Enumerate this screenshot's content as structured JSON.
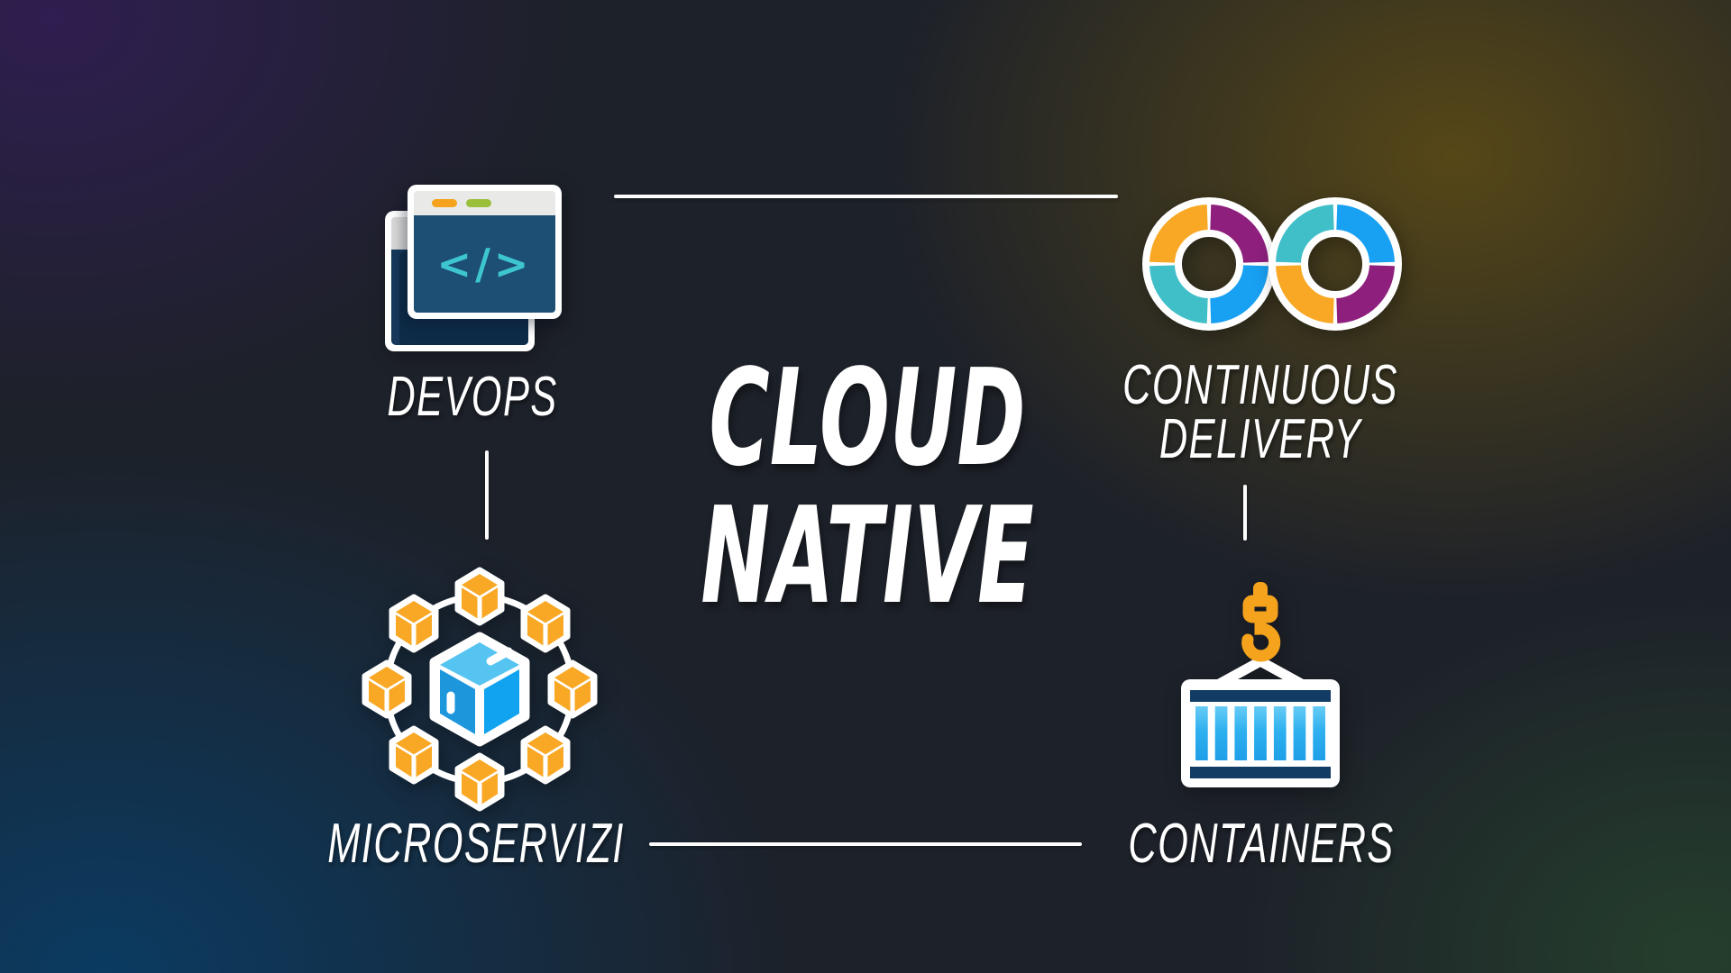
{
  "title": {
    "line1": "CLOUD",
    "line2": "NATIVE"
  },
  "nodes": {
    "devops": {
      "label": "DEVOPS",
      "code_glyph": "</>"
    },
    "continuous_delivery": {
      "label_line1": "CONTINUOUS",
      "label_line2": "DELIVERY"
    },
    "microservices": {
      "label": "MICROSERVIZI"
    },
    "containers": {
      "label": "CONTAINERS"
    }
  },
  "colors": {
    "accent_orange": "#F9A825",
    "accent_purple": "#8E1F7D",
    "accent_teal": "#41BFC9",
    "accent_blue": "#18A0F2",
    "code_teal": "#3EC6D0",
    "dash_orange": "#F5A31C",
    "dash_green": "#9CBF3B",
    "window_blue": "#1D4E74",
    "window_back_navy": "#16395B",
    "window_inner_navy": "#0E2C48",
    "container_navy": "#123C63",
    "container_body_blue": "#1E9FE8",
    "cube_top_blue": "#55C4F1",
    "cube_left_blue": "#1E96DC",
    "cube_right_blue": "#12A3F0",
    "connector_white": "#FFFFFF",
    "bg_corner_purple": "#211838",
    "bg_corner_olive": "#4D4019",
    "bg_corner_blue": "#0A3355",
    "bg_corner_green": "#243529"
  }
}
